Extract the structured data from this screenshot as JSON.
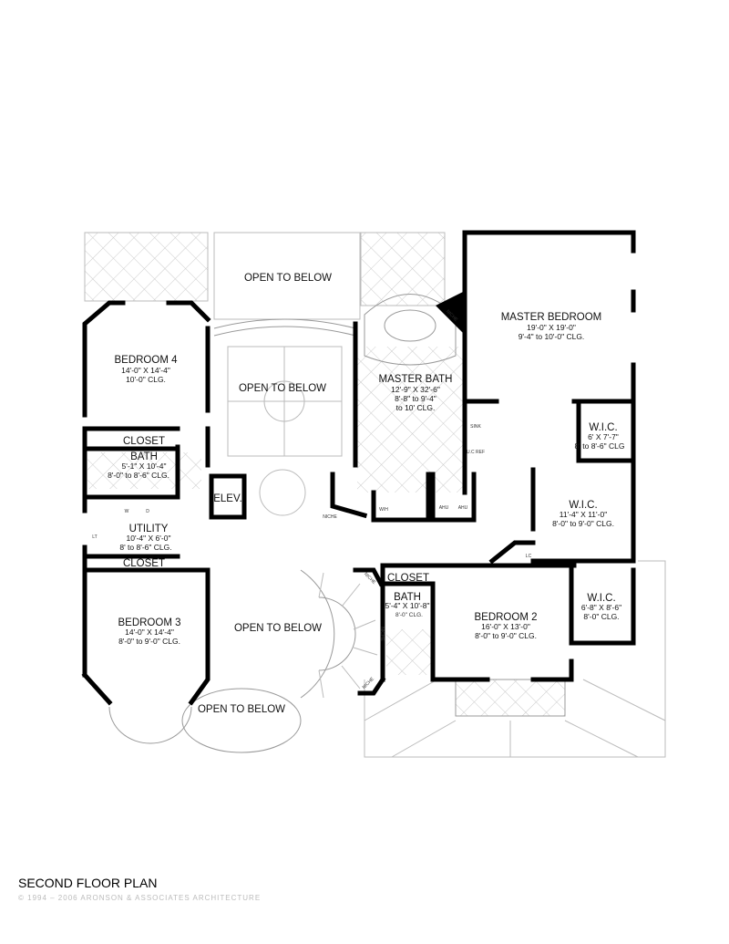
{
  "title": "SECOND FLOOR PLAN",
  "copyright": "© 1994 – 2006 ARONSON & ASSOCIATES ARCHITECTURE",
  "rooms": {
    "open_top": {
      "name": "OPEN TO BELOW"
    },
    "bedroom4": {
      "name": "BEDROOM 4",
      "size": "14'-0\" X 14'-4\"",
      "clg": "10'-0\" CLG."
    },
    "open_center": {
      "name": "OPEN TO BELOW"
    },
    "master_bath": {
      "name": "MASTER BATH",
      "size": "12'-9\" X 32'-6\"",
      "clg": "8'-8\" to 9'-4\"",
      "clg2": "to 10' CLG."
    },
    "master_bedroom": {
      "name": "MASTER BEDROOM",
      "size": "19'-0\" X 19'-0\"",
      "clg": "9'-4\" to 10'-0\" CLG."
    },
    "wic1": {
      "name": "W.I.C.",
      "size": "6' X 7'-7\"",
      "clg": "8' to 8'-6\" CLG"
    },
    "closet1": {
      "name": "CLOSET"
    },
    "bath_left": {
      "name": "BATH",
      "size": "5'-1\" X 10'-4\"",
      "clg": "8'-0\" to 8'-6\" CLG."
    },
    "elev": {
      "name": "ELEV."
    },
    "utility": {
      "name": "UTILITY",
      "size": "10'-4\" X 6'-0\"",
      "clg": "8' to 8'-6\" CLG."
    },
    "wic2": {
      "name": "W.I.C.",
      "size": "11'-4\" X 11'-0\"",
      "clg": "8'-0\" to 9'-0\" CLG."
    },
    "closet2": {
      "name": "CLOSET"
    },
    "closet3": {
      "name": "CLOSET"
    },
    "bath2": {
      "name": "BATH",
      "size": "5'-4\" X 10'-8\"",
      "clg": "8'-0\" CLG."
    },
    "bedroom2": {
      "name": "BEDROOM 2",
      "size": "16'-0\" X 13'-0\"",
      "clg": "8'-0\" to 9'-0\" CLG."
    },
    "wic3": {
      "name": "W.I.C.",
      "size": "6'-8\" X 8'-6\"",
      "clg": "8'-0\" CLG."
    },
    "bedroom3": {
      "name": "BEDROOM 3",
      "size": "14'-0\" X 14'-4\"",
      "clg": "8'-0\" to 9'-0\" CLG."
    },
    "open_stair": {
      "name": "OPEN TO BELOW"
    },
    "open_balcony": {
      "name": "OPEN TO BELOW"
    }
  },
  "fixtures": {
    "niche": "NICHE",
    "sink": "SINK",
    "uc_ref": "U.C REF",
    "wh": "W/H",
    "ahu": "AHU",
    "lc": "LC",
    "washer": "W",
    "dryer": "D",
    "lt": "LT"
  }
}
